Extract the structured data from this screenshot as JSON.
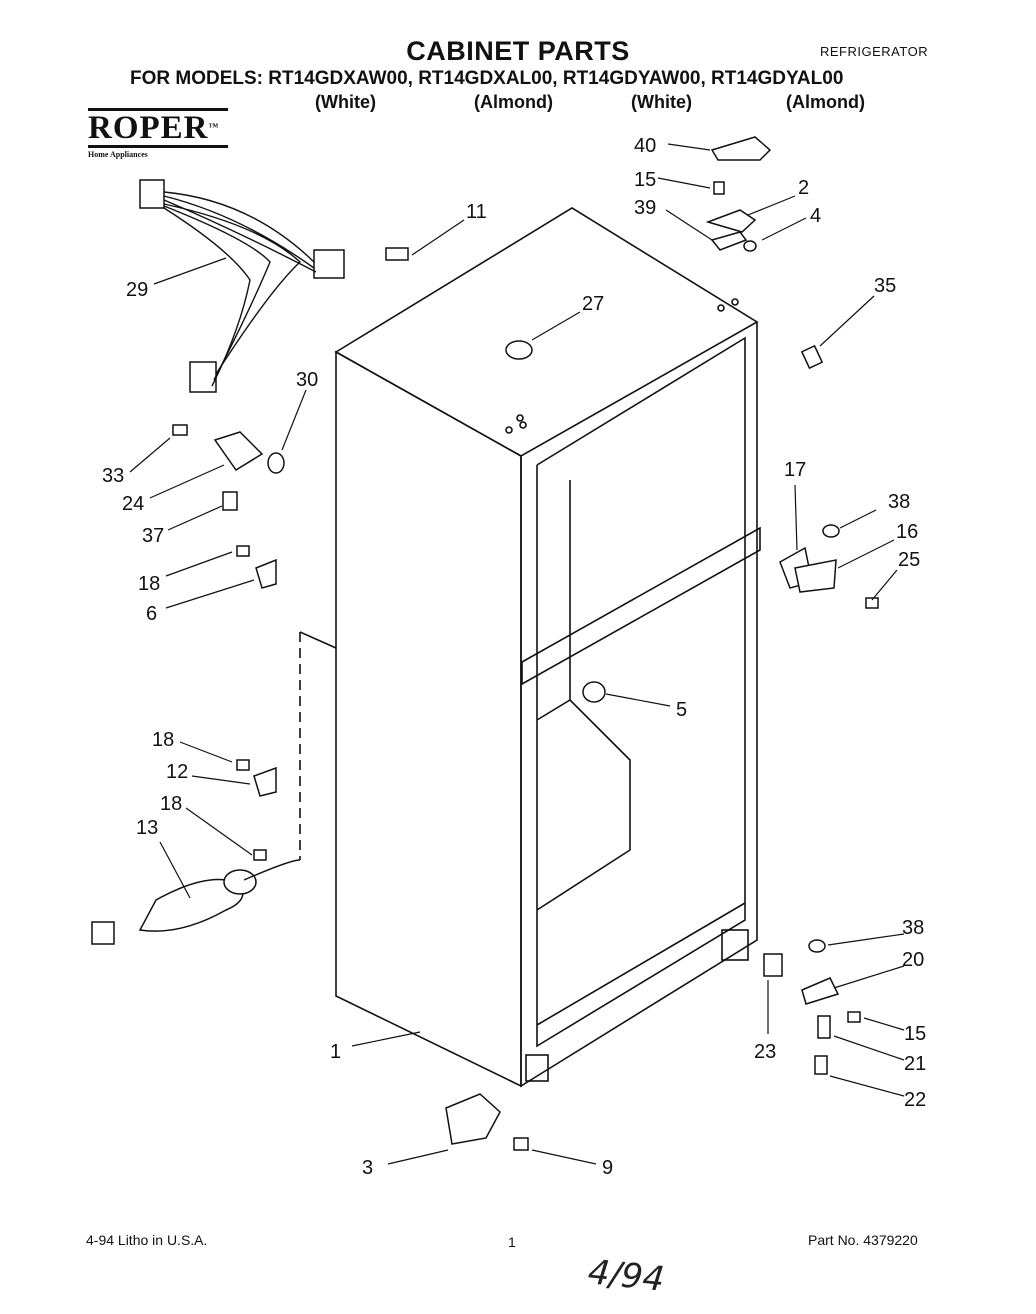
{
  "header": {
    "title": "CABINET PARTS",
    "category": "REFRIGERATOR",
    "models_line": "FOR MODELS: RT14GDXAW00, RT14GDXAL00, RT14GDYAW00, RT14GDYAL00",
    "model_colors": [
      "(White)",
      "(Almond)",
      "(White)",
      "(Almond)"
    ]
  },
  "brand": {
    "name": "ROPER",
    "trademark": "™",
    "tagline": "Home Appliances"
  },
  "callouts": [
    "40",
    "15",
    "2",
    "39",
    "4",
    "11",
    "35",
    "29",
    "27",
    "30",
    "33",
    "24",
    "37",
    "17",
    "38",
    "16",
    "25",
    "18",
    "6",
    "5",
    "18",
    "12",
    "18",
    "13",
    "38",
    "20",
    "1",
    "23",
    "15",
    "21",
    "22",
    "3",
    "9"
  ],
  "footer": {
    "date_print": "4-94  Litho in U.S.A.",
    "page": "1",
    "part_no": "Part No. 4379220"
  },
  "handwriting": "4/94"
}
